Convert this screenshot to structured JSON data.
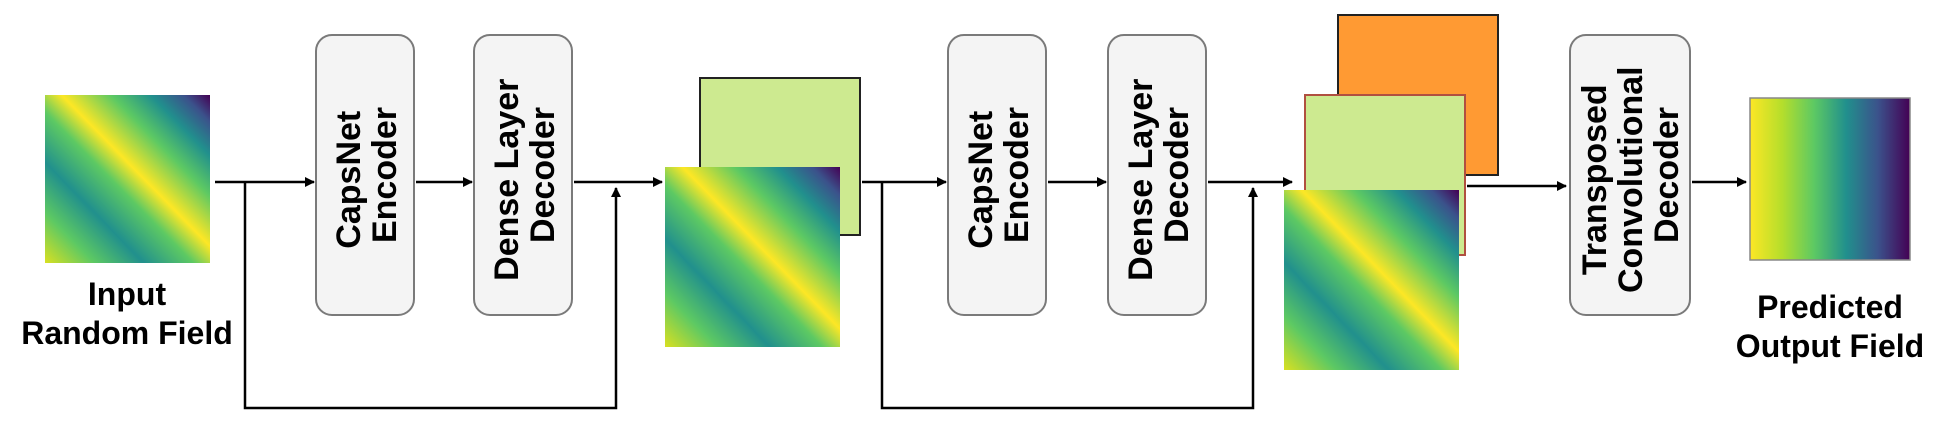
{
  "colors": {
    "block_fill": "#f4f4f4",
    "block_stroke": "#7a7a7a",
    "green_map": "#cdea90",
    "orange_map": "#ff9a33",
    "viridis": [
      "#440154",
      "#3b528b",
      "#21908d",
      "#5dc963",
      "#fde725"
    ]
  },
  "input": {
    "caption_line1": "Input",
    "caption_line2": "Random Field"
  },
  "stage1": {
    "encoder_line1": "CapsNet",
    "encoder_line2": "Encoder",
    "decoder_line1": "Dense Layer",
    "decoder_line2": "Decoder"
  },
  "stage2": {
    "encoder_line1": "CapsNet",
    "encoder_line2": "Encoder",
    "decoder_line1": "Dense Layer",
    "decoder_line2": "Decoder"
  },
  "final_decoder": {
    "line1": "Transposed",
    "line2": "Convolutional",
    "line3": "Decoder"
  },
  "output": {
    "caption_line1": "Predicted",
    "caption_line2": "Output Field"
  }
}
